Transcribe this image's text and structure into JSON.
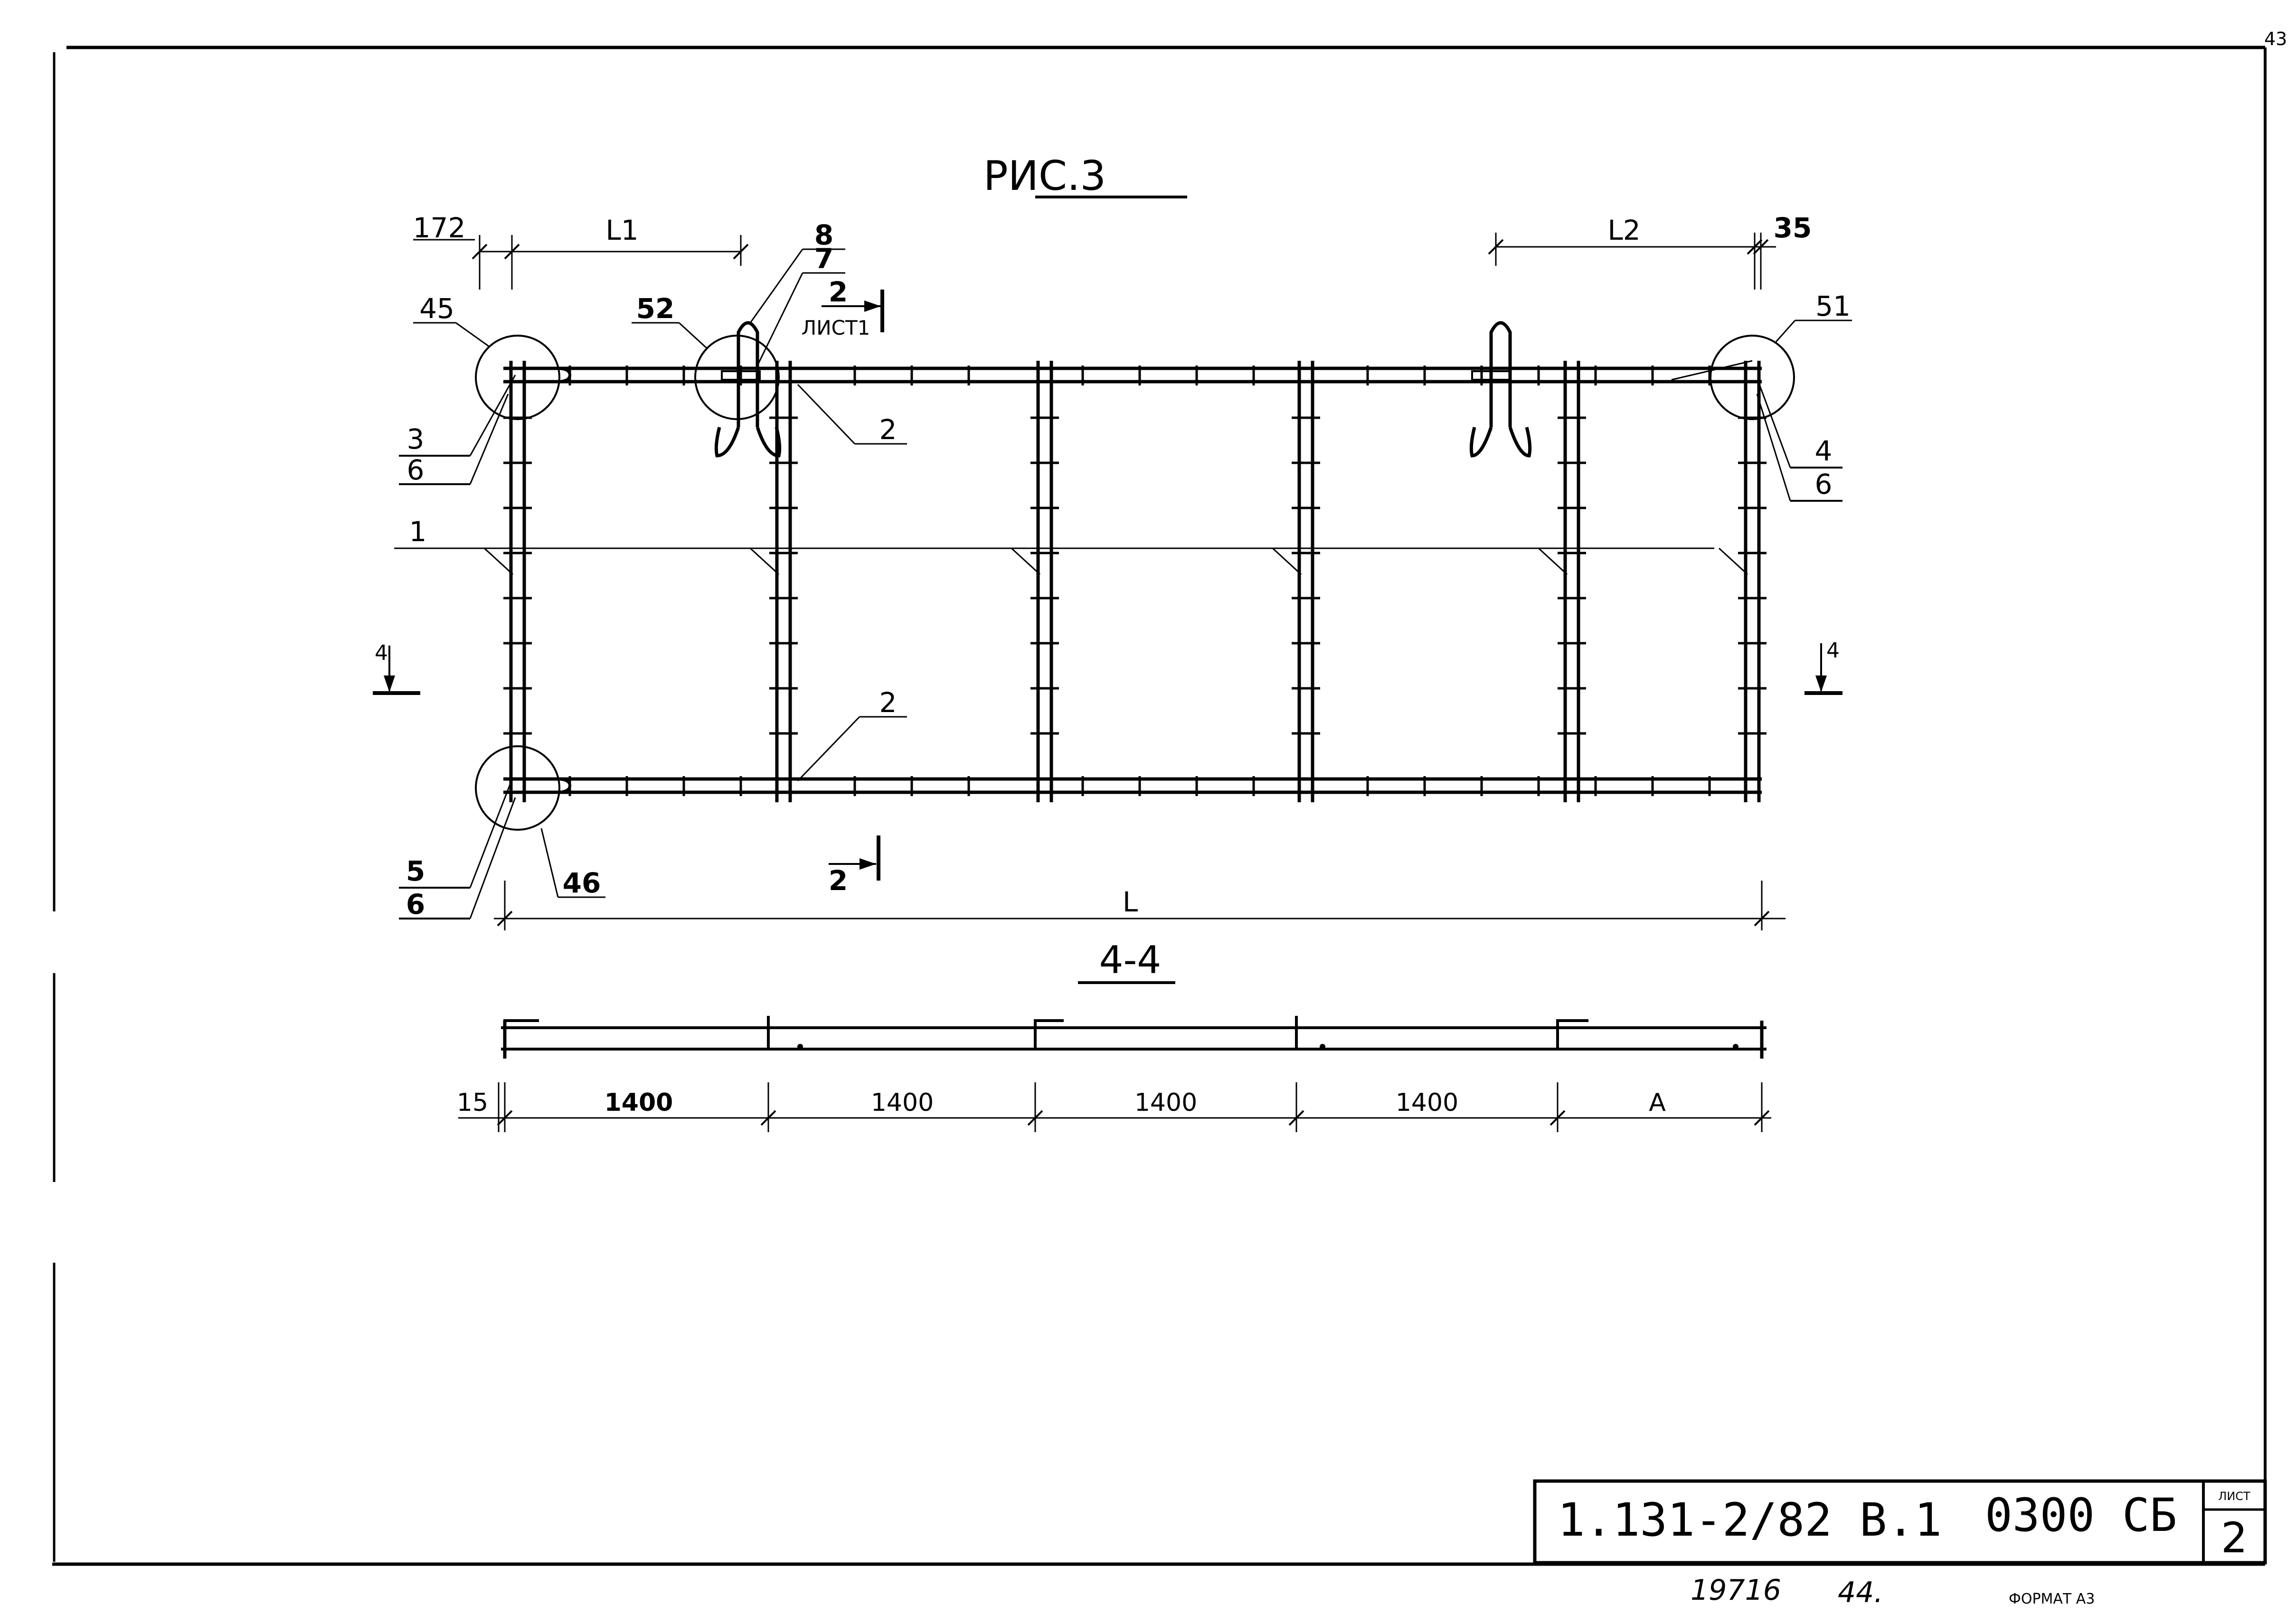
{
  "page_number": "43",
  "figure": {
    "title": "РИС.3",
    "section_title": "4-4"
  },
  "dimensions": {
    "left_offset": "172",
    "l1": "L1",
    "l2": "L2",
    "right_offset": "35",
    "overall": "L",
    "section_left_offset": "15",
    "spacings": [
      "1400",
      "1400",
      "1400",
      "1400",
      "A"
    ]
  },
  "callouts": {
    "detail_45": "45",
    "detail_46": "46",
    "detail_51": "51",
    "detail_52": "52",
    "pos_8": "8",
    "pos_7": "7",
    "pos_2_top": "2",
    "pos_2_bottom": "2",
    "pos_1": "1",
    "frac_3_num": "3",
    "frac_3_den": "6",
    "frac_5_num": "5",
    "frac_5_den": "6",
    "frac_4_num": "4",
    "frac_4_den": "6"
  },
  "section_marks": {
    "cut2_top_number": "2",
    "cut2_top_sheet": "ЛИСТ1",
    "cut2_bottom_number": "2",
    "cut4_left": "4",
    "cut4_right": "4"
  },
  "title_block": {
    "document_code": "1.131-2/82 В.1",
    "sheet_code": "0300 СБ",
    "sheet_label": "ЛИСТ",
    "sheet_number": "2"
  },
  "footer": {
    "inventory_number": "19716",
    "copy_number": "44.",
    "format": "ФОРМАТ А3"
  }
}
